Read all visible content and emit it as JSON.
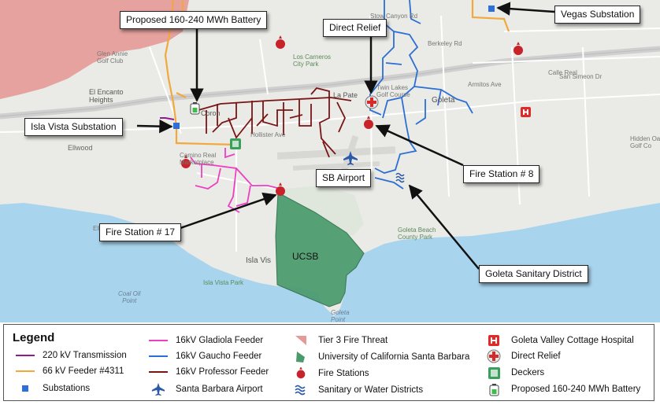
{
  "colors": {
    "water": "#a8d4ed",
    "land": "#eaeae6",
    "fire_threat": "#e49a96",
    "ucsb": "#4a9a6d",
    "transmission": "#8e1a8e",
    "feeder_66kv": "#f2a83c",
    "substation": "#2f6fd6",
    "gladiola": "#ec3fc2",
    "gaucho": "#2c6fd4",
    "professor": "#7a1515"
  },
  "callouts": {
    "battery": "Proposed 160-240 MWh Battery",
    "direct_relief": "Direct Relief",
    "vegas": "Vegas Substation",
    "isla_vista_sub": "Isla Vista Substation",
    "fire8": "Fire Station # 8",
    "airport": "SB Airport",
    "fire17": "Fire Station # 17",
    "sanitary": "Goleta Sanitary District"
  },
  "area_labels": {
    "ucsb": "UCSB"
  },
  "places": {
    "glen_annie": "Glen Annie\nGolf Club",
    "el_encanto": "El Encanto\nHeights",
    "ellwood": "Ellwood",
    "ellwood_low": "Ellwood",
    "camino_real": "Camino Real\nMarketplace",
    "los_carneros": "Los Carneros\nCity Park",
    "twin_lakes": "Twin Lakes\nGolf Course",
    "goleta": "Goleta",
    "berkeley": "Berkeley Rd",
    "calle_real": "Calle Real",
    "san_simeon": "San Simeon Dr",
    "armitos": "Armitos Ave",
    "stow_canyon": "Stow Canyon Rd",
    "coal_oil": "Coal Oil\nPoint",
    "isla_vista_park": "Isla Vista Park",
    "goleta_beach": "Goleta Beach\nCounty Park",
    "goleta_point": "Goleta\nPoint",
    "hollister": "Hollister Ave",
    "hidden_oaks": "Hidden Oa\nGolf Co",
    "la_patera": "La Pate",
    "corona": "Coron",
    "isla_vista": "Isla Vis"
  },
  "legend": {
    "title": "Legend",
    "items": {
      "transmission": "220 kV Transmission",
      "feeder66": "66 kV Feeder #4311",
      "substations": "Substations",
      "gladiola": "16kV Gladiola Feeder",
      "gaucho": "16kV Gaucho Feeder",
      "professor": "16kV  Professor Feeder",
      "airport": "Santa Barbara Airport",
      "fire_threat": "Tier 3 Fire Threat",
      "ucsb": "University of California Santa Barbara",
      "fire_stations": "Fire Stations",
      "sanitary": "Sanitary or Water Districts",
      "hospital": "Goleta Valley Cottage Hospital",
      "direct_relief": "Direct Relief",
      "deckers": "Deckers",
      "battery": "Proposed 160-240 MWh Battery"
    }
  }
}
